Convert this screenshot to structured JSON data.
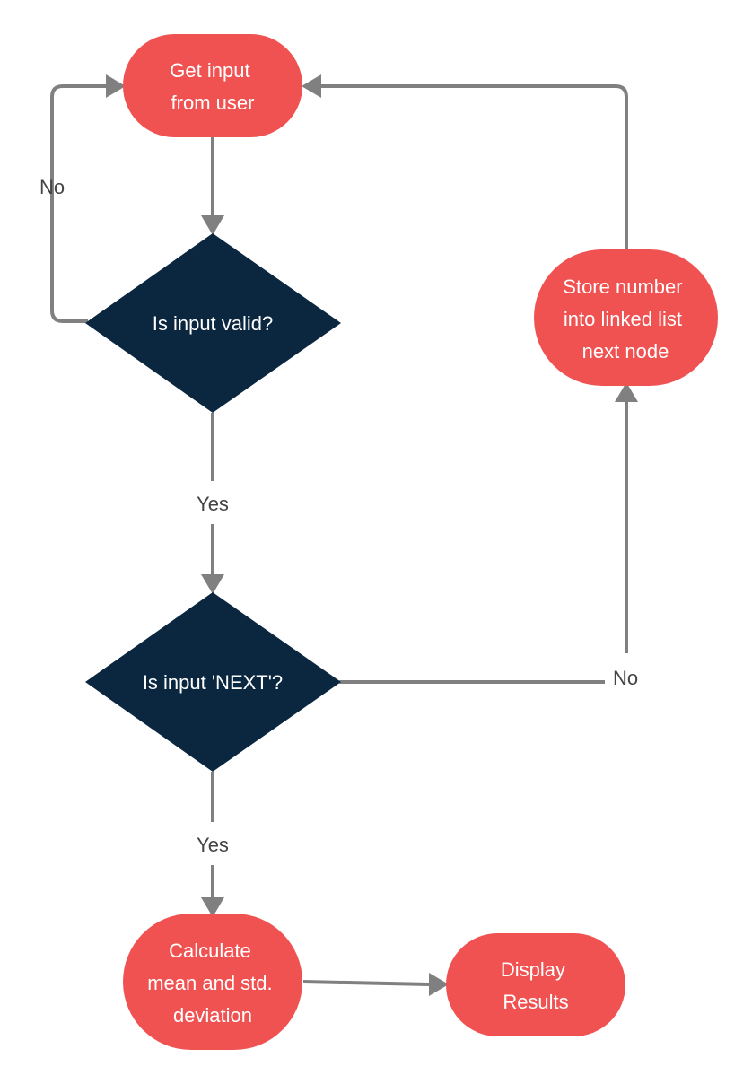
{
  "colors": {
    "terminal_fill": "#f05252",
    "decision_fill": "#0b2740",
    "connector": "#808080",
    "node_text": "#ffffff",
    "label_text": "#444444",
    "background": "#ffffff"
  },
  "nodes": {
    "get_input": {
      "lines": [
        "Get input",
        "from user"
      ]
    },
    "is_valid": {
      "lines": [
        "Is input valid?"
      ]
    },
    "is_next": {
      "lines": [
        "Is input 'NEXT'?"
      ]
    },
    "store_number": {
      "lines": [
        "Store number",
        "into linked list",
        "next node"
      ]
    },
    "calculate": {
      "lines": [
        "Calculate",
        "mean and std.",
        "deviation"
      ]
    },
    "display": {
      "lines": [
        "Display",
        "Results"
      ]
    }
  },
  "edge_labels": {
    "invalid_no": "No",
    "valid_yes": "Yes",
    "next_no": "No",
    "next_yes": "Yes"
  }
}
